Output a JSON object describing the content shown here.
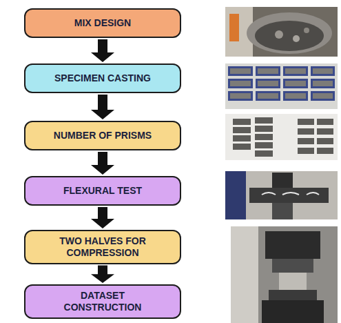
{
  "diagram": {
    "nodes": [
      {
        "text": [
          "MIX DESIGN"
        ]
      },
      {
        "text": [
          "SPECIMEN CASTING"
        ]
      },
      {
        "text": [
          "NUMBER OF PRISMS"
        ]
      },
      {
        "text": [
          "FLEXURAL TEST"
        ]
      },
      {
        "text": [
          "TWO HALVES FOR COMPRESSION"
        ]
      },
      {
        "text": [
          "DATASET CONSTRUCTION"
        ]
      }
    ],
    "edges": [
      {
        "from": 0,
        "to": 1,
        "arrow": "to"
      },
      {
        "from": 1,
        "to": 2,
        "arrow": "to"
      },
      {
        "from": 2,
        "to": 3,
        "arrow": "to"
      },
      {
        "from": 3,
        "to": 4,
        "arrow": "to"
      },
      {
        "from": 4,
        "to": 5,
        "arrow": "to"
      }
    ]
  }
}
